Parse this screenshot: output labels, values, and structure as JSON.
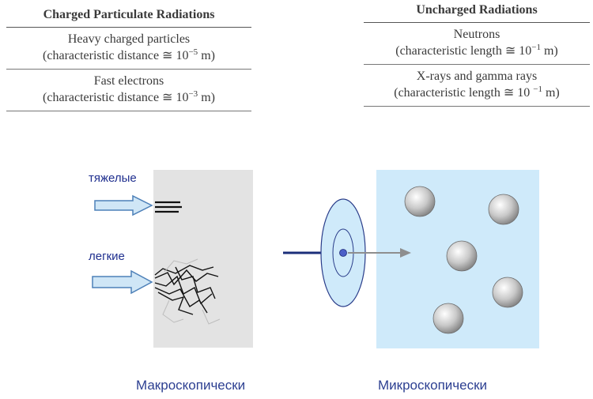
{
  "left_table": {
    "header": "Charged Particulate Radiations",
    "rows": [
      {
        "name": "Heavy charged particles",
        "detail_prefix": "(characteristic distance ≅ 10",
        "exponent": "−5",
        "detail_suffix": " m)"
      },
      {
        "name": "Fast electrons",
        "detail_prefix": "(characteristic distance ≅ 10",
        "exponent": "−3",
        "detail_suffix": " m)"
      }
    ]
  },
  "right_table": {
    "header": "Uncharged Radiations",
    "rows": [
      {
        "name": "Neutrons",
        "detail_prefix": "(characteristic length ≅ 10",
        "exponent": "−1",
        "detail_suffix": " m)"
      },
      {
        "name": "X-rays and gamma rays",
        "detail_prefix": "(characteristic length ≅ 10 ",
        "exponent": "−1",
        "detail_suffix": " m)"
      }
    ]
  },
  "left_figure": {
    "label_heavy": "тяжелые",
    "label_light": "легкие",
    "caption": "Макроскопически",
    "absorber_color": "#e3e3e3",
    "arrow_fill": "#cfe6f6",
    "arrow_stroke": "#4d80b8"
  },
  "right_figure": {
    "caption": "Микроскопически",
    "medium_color": "#cfeafa",
    "atom_count": 5,
    "beam_color": "#1b2f7a"
  }
}
